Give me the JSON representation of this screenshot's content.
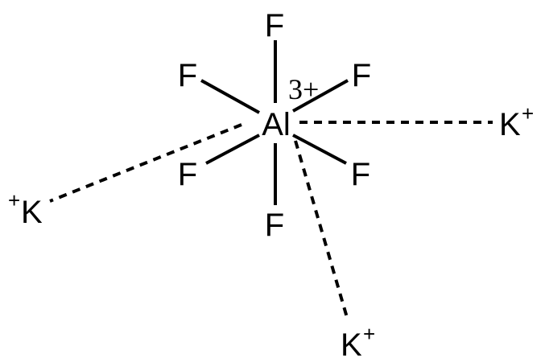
{
  "molecule": {
    "center": {
      "symbol": "Al",
      "charge": "3+"
    },
    "ligands": [
      {
        "id": "top",
        "symbol": "F"
      },
      {
        "id": "upper-left",
        "symbol": "F"
      },
      {
        "id": "upper-right",
        "symbol": "F"
      },
      {
        "id": "lower-left",
        "symbol": "F"
      },
      {
        "id": "lower-right",
        "symbol": "F"
      },
      {
        "id": "bottom",
        "symbol": "F"
      }
    ],
    "counter_ions": [
      {
        "id": "right",
        "symbol": "K",
        "charge": "+"
      },
      {
        "id": "left",
        "symbol": "K",
        "charge": "+"
      },
      {
        "id": "bottom",
        "symbol": "K",
        "charge": "+"
      }
    ]
  },
  "colors": {
    "ink": "#000000",
    "background": "#ffffff"
  }
}
